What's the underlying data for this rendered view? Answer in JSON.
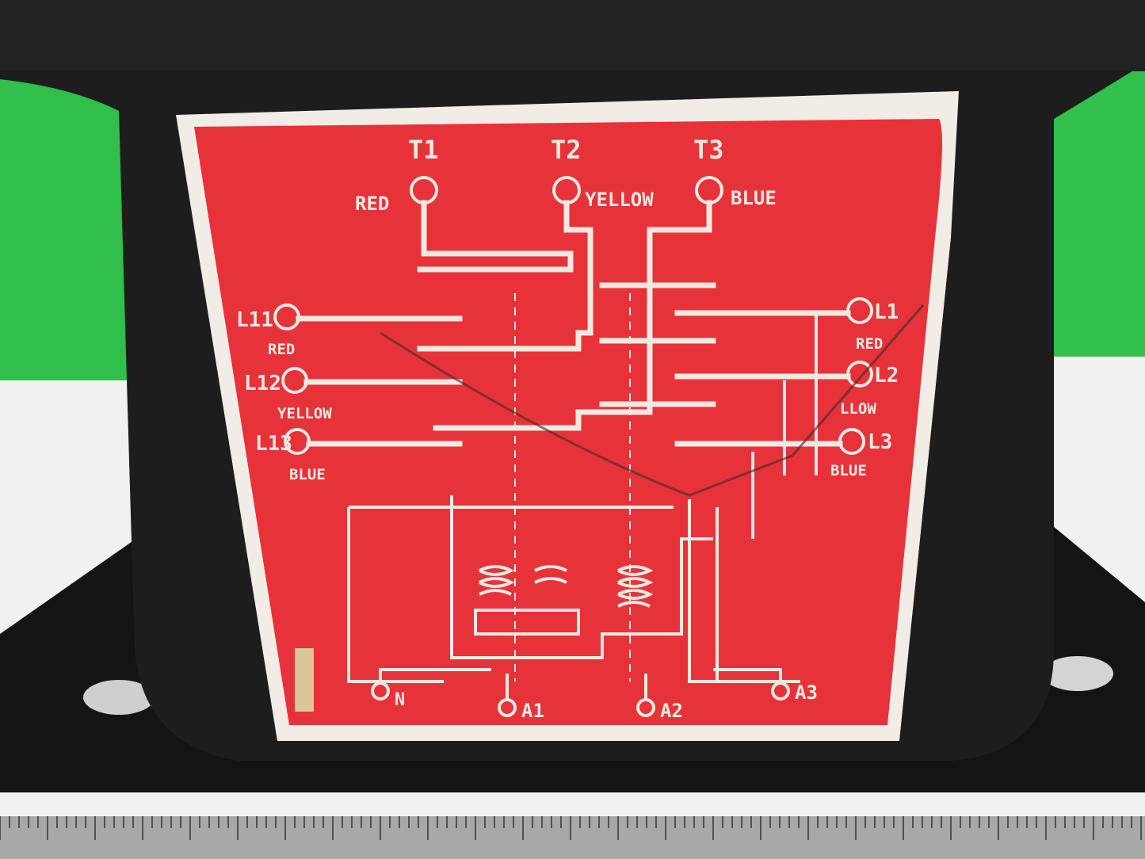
{
  "photo": {
    "subject": "relay-wiring-label",
    "colors": {
      "label_red": "#e8323a",
      "label_border": "#f2ece6",
      "body": "#1c1c1c",
      "background_green": "#2fbf4a",
      "background_white": "#f3f3f1"
    }
  },
  "label": {
    "top_terminals": [
      {
        "id": "T1",
        "color": "RED"
      },
      {
        "id": "T2",
        "color": "YELLOW"
      },
      {
        "id": "T3",
        "color": "BLUE"
      }
    ],
    "left_terminals": [
      {
        "id": "L11",
        "color": "RED"
      },
      {
        "id": "L12",
        "color": "YELLOW"
      },
      {
        "id": "L13",
        "color": "BLUE"
      }
    ],
    "right_terminals": [
      {
        "id": "L1",
        "color": "RED"
      },
      {
        "id": "L2",
        "color": "LLOW"
      },
      {
        "id": "L3",
        "color": "BLUE"
      }
    ],
    "bottom_terminals": [
      "N",
      "A1",
      "A2",
      "A3"
    ]
  }
}
